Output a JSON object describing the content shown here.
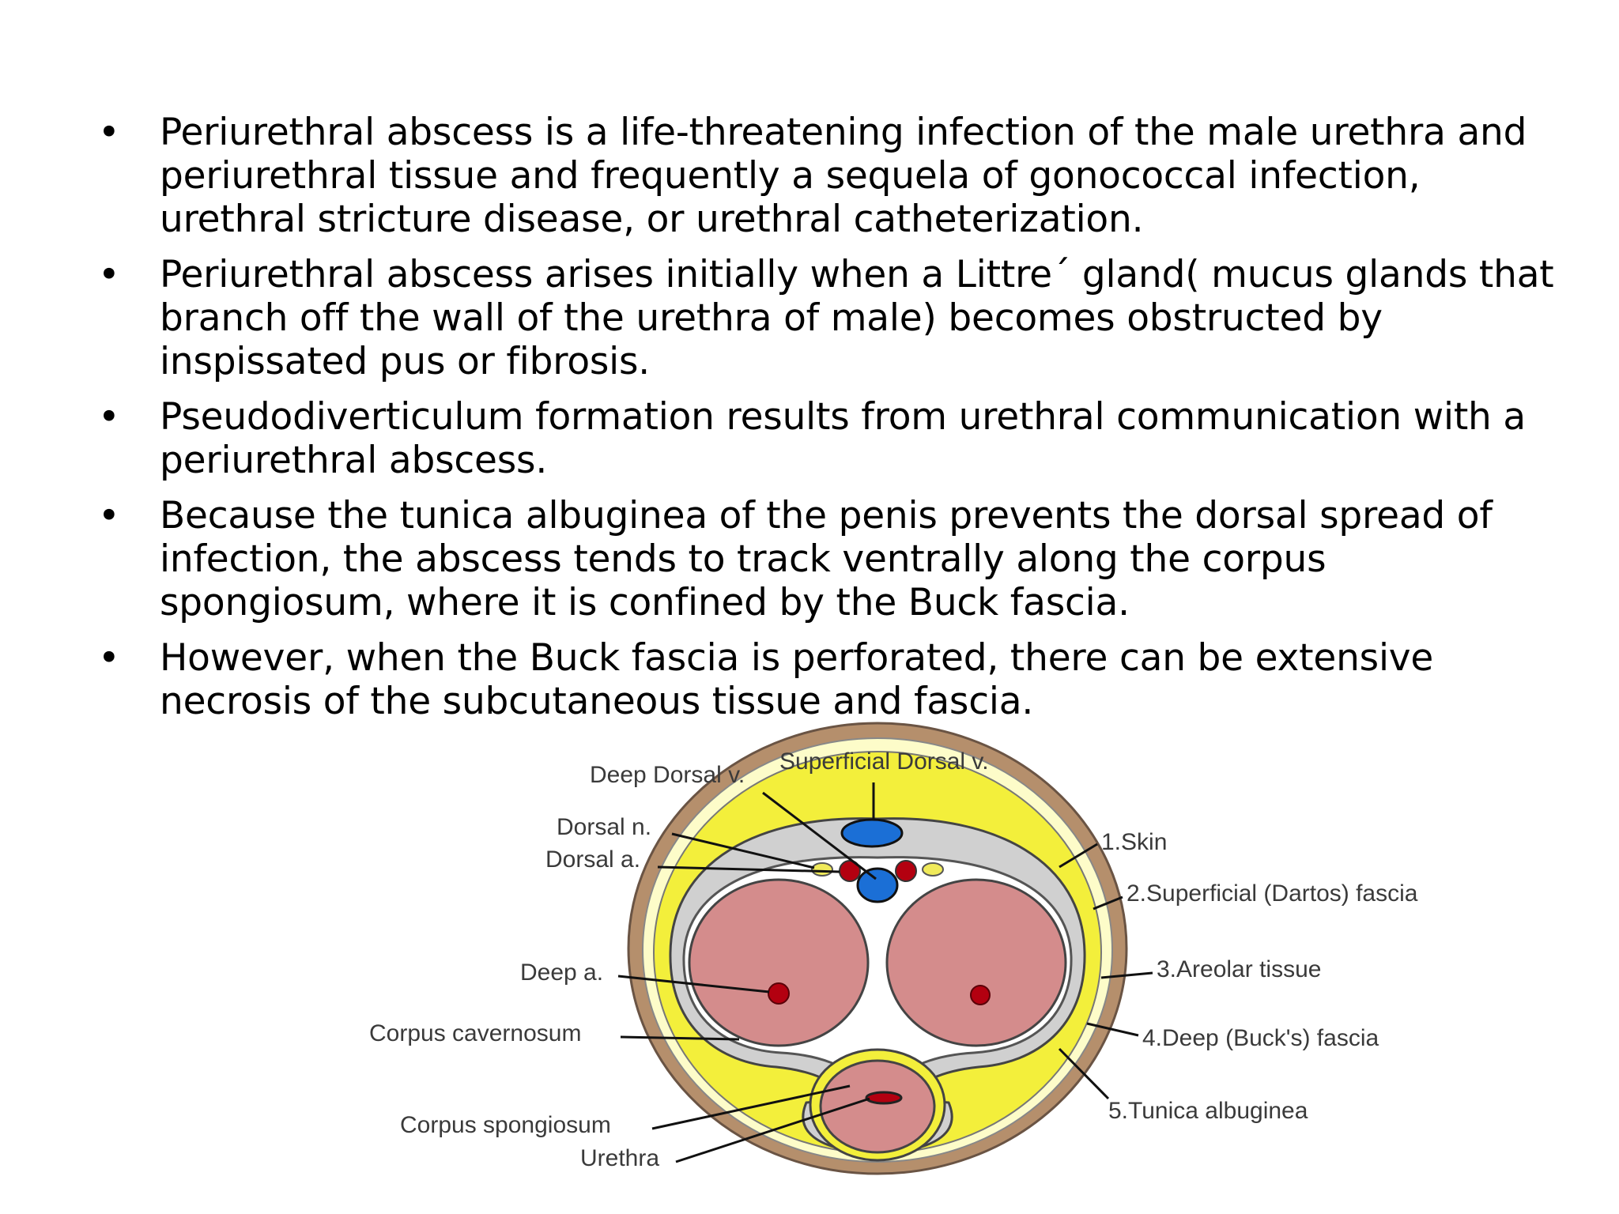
{
  "bullets": [
    "Periurethral abscess is a life-threatening infection of the male urethra and periurethral tissue and frequently a sequela of gonococcal infection, urethral stricture disease, or urethral catheterization.",
    "Periurethral abscess arises initially when a Littre´ gland( mucus glands that branch off the wall of the urethra of male) becomes obstructed by inspissated pus or fibrosis.",
    "Pseudodiverticulum formation results from urethral communication with a periurethral abscess.",
    "Because the tunica albuginea of the penis prevents the dorsal spread of infection, the abscess tends to track ventrally along the corpus spongiosum, where it is confined by the Buck fascia.",
    "However, when the Buck fascia is perforated, there can be extensive necrosis of the subcutaneous tissue and fascia."
  ],
  "bullet_symbol": "•",
  "diagram": {
    "labels": {
      "deep_dorsal_v": "Deep Dorsal v.",
      "superficial_dorsal_v": "Superficial Dorsal v.",
      "dorsal_n": "Dorsal n.",
      "dorsal_a": "Dorsal a.",
      "deep_a": "Deep a.",
      "corpus_cavernosum": "Corpus cavernosum",
      "corpus_spongiosum": "Corpus spongiosum",
      "urethra": "Urethra",
      "skin": "1.Skin",
      "superficial_fascia": "2.Superficial (Dartos) fascia",
      "areolar_tissue": "3.Areolar tissue",
      "deep_fascia": "4.Deep (Buck's) fascia",
      "tunica_albuginea": "5.Tunica albuginea"
    },
    "colors": {
      "skin": "#b58f6c",
      "dartos": "#fdfcc9",
      "areolar": "#f3ef3b",
      "bucks": "#d0d0d0",
      "tunica": "#ffffff",
      "cavernosum": "#d48c8c",
      "vein": "#1b6fd6",
      "artery": "#b30010",
      "nerve": "#f0ea5a"
    }
  }
}
